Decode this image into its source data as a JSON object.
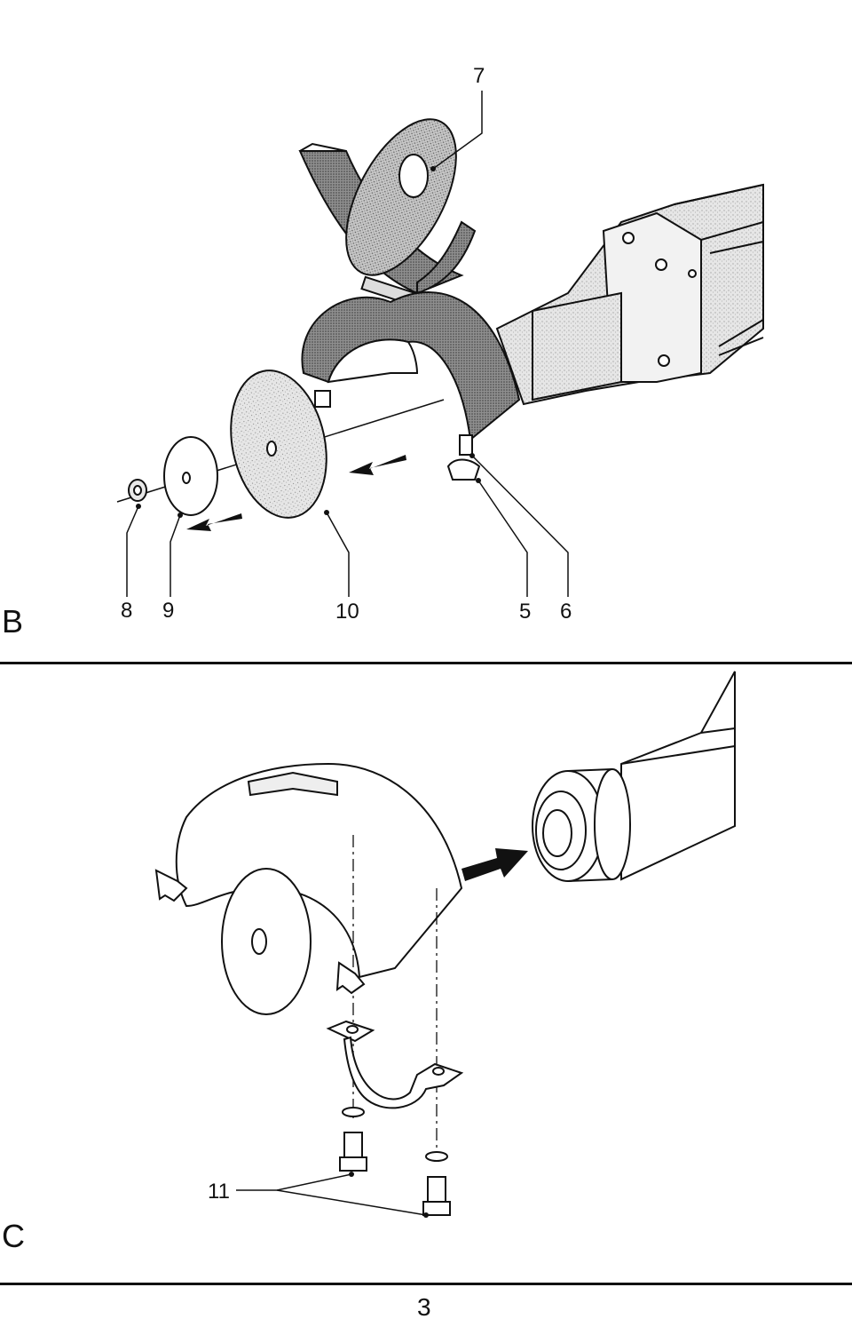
{
  "figure_b": {
    "section_letter": "B",
    "callouts": {
      "c7": "7",
      "c8": "8",
      "c9": "9",
      "c10": "10",
      "c5": "5",
      "c6": "6"
    }
  },
  "figure_c": {
    "section_letter": "C",
    "callouts": {
      "c11": "11"
    }
  },
  "footer": {
    "page_number": "3"
  },
  "colors": {
    "ink": "#111111",
    "stipple": "#8a8a8a",
    "paper": "#ffffff"
  }
}
